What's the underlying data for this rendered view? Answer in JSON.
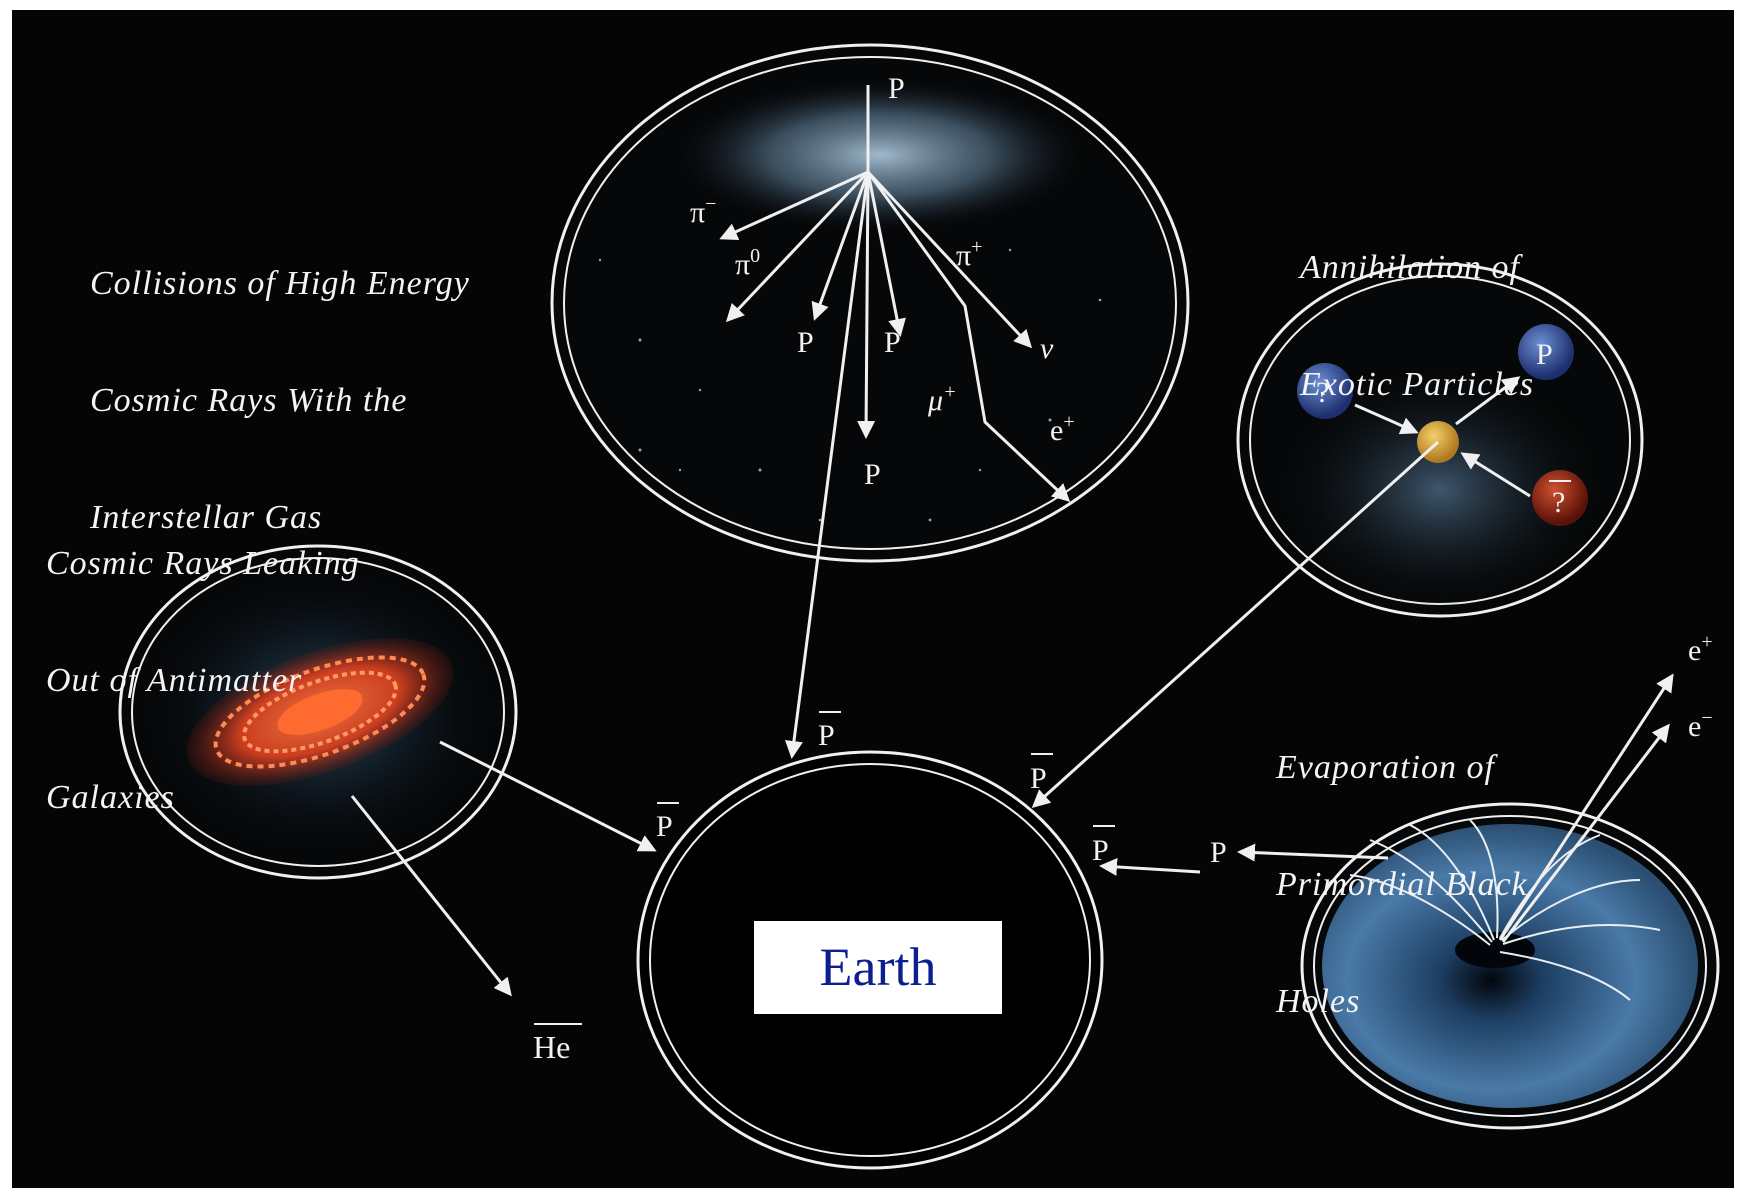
{
  "scenes": {
    "collisions": {
      "caption": [
        "Collisions of High Energy",
        "Cosmic Rays With the",
        "Interstellar Gas"
      ],
      "particles": {
        "incoming": "P",
        "pi_minus": "π",
        "pi_zero": "π",
        "proton_a": "P",
        "proton_b": "P",
        "pi_plus": "π",
        "nu": "ν",
        "mu_plus": "μ",
        "e_plus": "e",
        "proton_down": "P"
      },
      "superscripts": {
        "pi_minus": "−",
        "pi_zero": "0",
        "pi_plus": "+",
        "mu_plus": "+",
        "e_plus": "+"
      }
    },
    "annihilation": {
      "caption": [
        "Annihilation of",
        "Exotic Particles"
      ],
      "particles": {
        "unknown_a": "?",
        "unknown_b": "?",
        "proton": "P"
      }
    },
    "antimatter_galaxies": {
      "caption": [
        "Cosmic Rays Leaking",
        "Out of Antimatter",
        "Galaxies"
      ],
      "particles": {
        "helium": "He"
      }
    },
    "black_holes": {
      "caption": [
        "Evaporation of",
        "Primordial Black",
        "Holes"
      ],
      "particles": {
        "e_plus": "e",
        "e_minus": "e",
        "proton": "P"
      },
      "superscripts": {
        "e_plus": "+",
        "e_minus": "−"
      }
    }
  },
  "earth": {
    "label": "Earth",
    "incoming": {
      "from_collisions": "P",
      "from_annihilation": "P",
      "from_galaxies": "P",
      "from_black_holes": "P"
    }
  },
  "colors": {
    "background": "#050505",
    "ring": "#f0f0f0",
    "galaxy": "#e8552b",
    "unknown_particle": "#2b4fa0",
    "antiparticle": "#9a2418",
    "collision_point": "#e0b040",
    "earth_label_text": "#0d1f8f"
  },
  "icons": [
    "galaxy-image",
    "black-hole-funnel-image",
    "gas-cloud-image"
  ]
}
